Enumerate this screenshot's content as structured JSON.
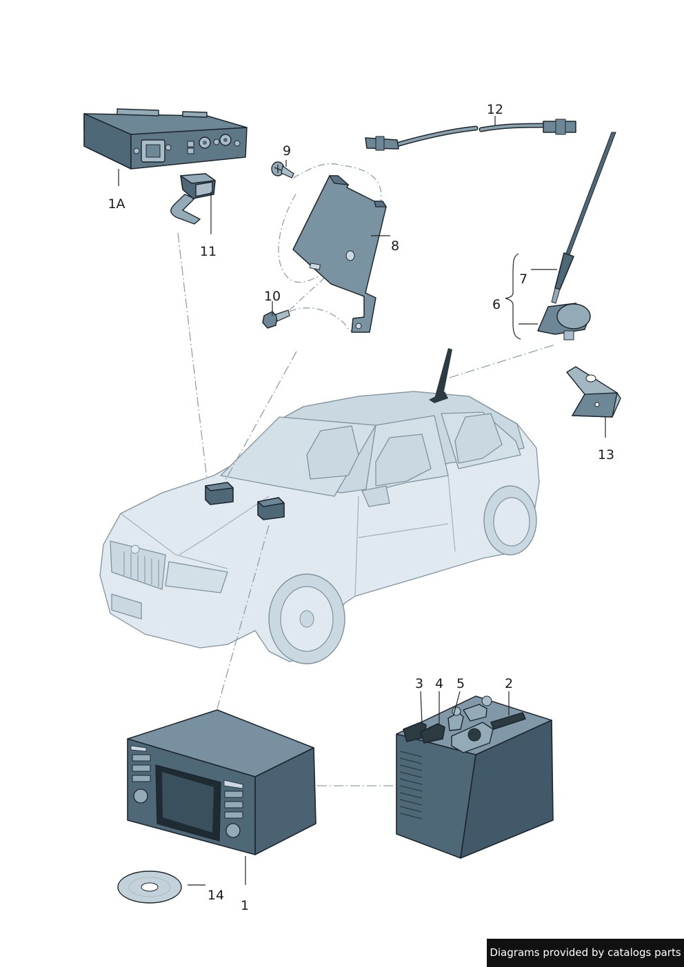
{
  "labels": {
    "p1A": "1A",
    "p11": "11",
    "p9": "9",
    "p8": "8",
    "p10": "10",
    "p12": "12",
    "p7": "7",
    "p6": "6",
    "p13": "13",
    "p3": "3",
    "p4": "4",
    "p5": "5",
    "p2": "2",
    "p14": "14",
    "p1": "1"
  },
  "credit": "Diagrams provided by catalogs parts",
  "colors": {
    "part_dark": "#4f6878",
    "part_mid": "#6d8797",
    "car_body": "#dfe9ef",
    "leader_dashed": "#8aa0ad"
  }
}
